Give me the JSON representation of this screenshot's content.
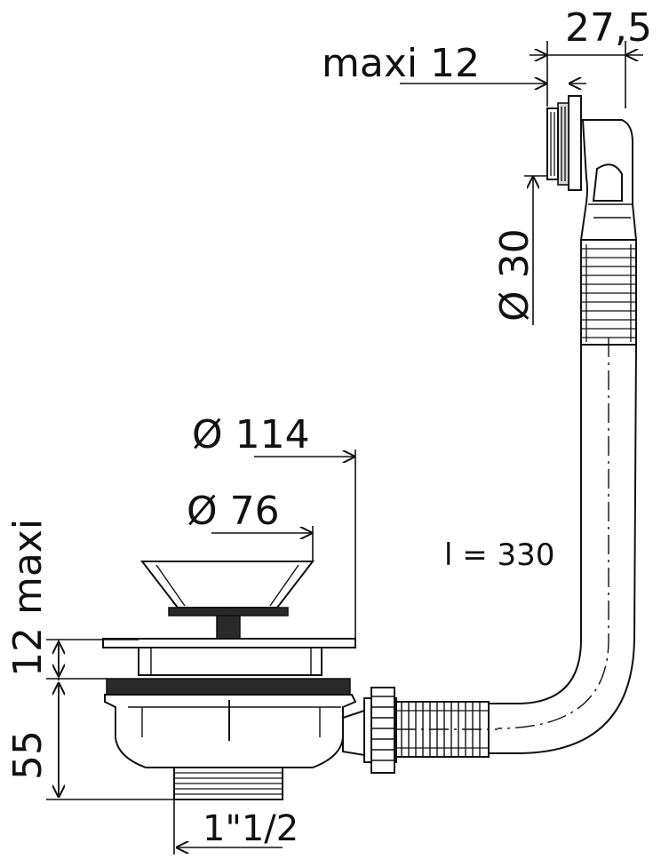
{
  "dimensions": {
    "offset_27_5": "27,5",
    "maxi_12": "maxi 12",
    "dia_30": "Ø 30",
    "dia_114": "Ø 114",
    "dia_76": "Ø 76",
    "length": "l = 330",
    "height_12_maxi": "12 maxi",
    "height_55": "55",
    "thread": "1\"1/2"
  }
}
